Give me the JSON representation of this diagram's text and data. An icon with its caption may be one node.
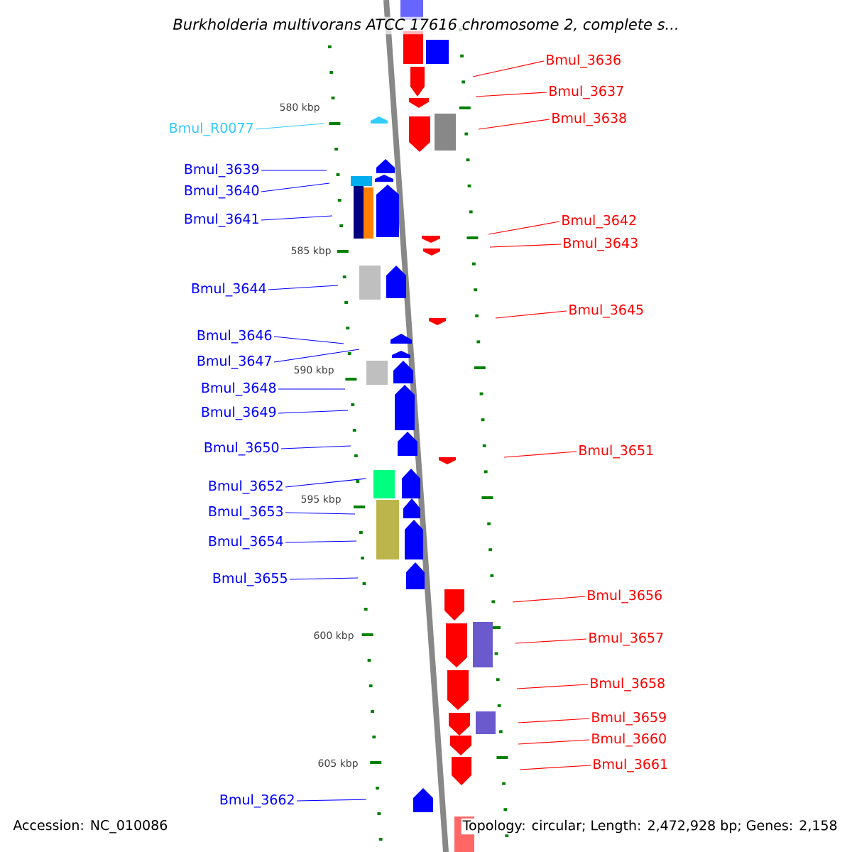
{
  "diagram": {
    "title": "Burkholderia multivorans ATCC 17616 chromosome 2, complete s...",
    "nodes": [
      {
        "text": [
          "Bmul_3636"
        ]
      },
      {
        "text": [
          "Bmul_3637"
        ]
      },
      {
        "text": [
          "Bmul_3638"
        ]
      },
      {
        "text": [
          "Bmul_R0077"
        ]
      },
      {
        "text": [
          "Bmul_3639"
        ]
      },
      {
        "text": [
          "Bmul_3640"
        ]
      },
      {
        "text": [
          "Bmul_3641"
        ]
      },
      {
        "text": [
          "Bmul_3642"
        ]
      },
      {
        "text": [
          "Bmul_3643"
        ]
      },
      {
        "text": [
          "Bmul_3644"
        ]
      },
      {
        "text": [
          "Bmul_3645"
        ]
      },
      {
        "text": [
          "Bmul_3646"
        ]
      },
      {
        "text": [
          "Bmul_3647"
        ]
      },
      {
        "text": [
          "Bmul_3648"
        ]
      },
      {
        "text": [
          "Bmul_3649"
        ]
      },
      {
        "text": [
          "Bmul_3650"
        ]
      },
      {
        "text": [
          "Bmul_3651"
        ]
      },
      {
        "text": [
          "Bmul_3652"
        ]
      },
      {
        "text": [
          "Bmul_3653"
        ]
      },
      {
        "text": [
          "Bmul_3654"
        ]
      },
      {
        "text": [
          "Bmul_3655"
        ]
      },
      {
        "text": [
          "Bmul_3656"
        ]
      },
      {
        "text": [
          "Bmul_3657"
        ]
      },
      {
        "text": [
          "Bmul_3658"
        ]
      },
      {
        "text": [
          "Bmul_3659"
        ]
      },
      {
        "text": [
          "Bmul_3660"
        ]
      },
      {
        "text": [
          "Bmul_3661"
        ]
      },
      {
        "text": [
          "Bmul_3662"
        ]
      }
    ],
    "edges": [
      {
        "from": 0,
        "to": null,
        "arrow": "none",
        "color": "#ff0000"
      },
      {
        "from": 1,
        "to": null,
        "arrow": "none",
        "color": "#ff0000"
      },
      {
        "from": 2,
        "to": null,
        "arrow": "none",
        "color": "#ff0000"
      },
      {
        "from": 3,
        "to": null,
        "arrow": "none",
        "color": "#33ccff"
      },
      {
        "from": 4,
        "to": null,
        "arrow": "none"
      },
      {
        "from": 5,
        "to": null,
        "arrow": "none"
      },
      {
        "from": 6,
        "to": null,
        "arrow": "none"
      },
      {
        "from": 7,
        "to": null,
        "arrow": "none",
        "color": "#ff0000"
      },
      {
        "from": 8,
        "to": null,
        "arrow": "none",
        "color": "#ff0000"
      },
      {
        "from": 9,
        "to": null,
        "arrow": "none"
      },
      {
        "from": 10,
        "to": null,
        "arrow": "none",
        "color": "#ff0000"
      },
      {
        "from": 11,
        "to": null,
        "arrow": "none"
      },
      {
        "from": 12,
        "to": null,
        "arrow": "none"
      },
      {
        "from": 13,
        "to": null,
        "arrow": "none"
      },
      {
        "from": 14,
        "to": null,
        "arrow": "none"
      },
      {
        "from": 15,
        "to": null,
        "arrow": "none"
      },
      {
        "from": 16,
        "to": null,
        "arrow": "none",
        "color": "#ff0000"
      },
      {
        "from": 17,
        "to": null,
        "arrow": "none"
      },
      {
        "from": 18,
        "to": null,
        "arrow": "none"
      },
      {
        "from": 19,
        "to": null,
        "arrow": "none"
      },
      {
        "from": 20,
        "to": null,
        "arrow": "none"
      },
      {
        "from": 21,
        "to": null,
        "arrow": "none",
        "color": "#ff0000"
      },
      {
        "from": 22,
        "to": null,
        "arrow": "none",
        "color": "#ff0000"
      },
      {
        "from": 23,
        "to": null,
        "arrow": "none",
        "color": "#ff0000"
      },
      {
        "from": 24,
        "to": null,
        "arrow": "none",
        "color": "#ff0000"
      },
      {
        "from": 25,
        "to": null,
        "arrow": "none",
        "color": "#ff0000"
      },
      {
        "from": 26,
        "to": null,
        "arrow": "none",
        "color": "#ff0000"
      },
      {
        "from": 27,
        "to": null,
        "arrow": "none"
      }
    ],
    "labels": [
      "580 kbp",
      "585 kbp",
      "590 kbp",
      "595 kbp",
      "600 kbp",
      "605 kbp",
      "Accession: NC_010086",
      "Topology: circular; Length: 2,472,928 bp; Genes: 2,158"
    ]
  }
}
